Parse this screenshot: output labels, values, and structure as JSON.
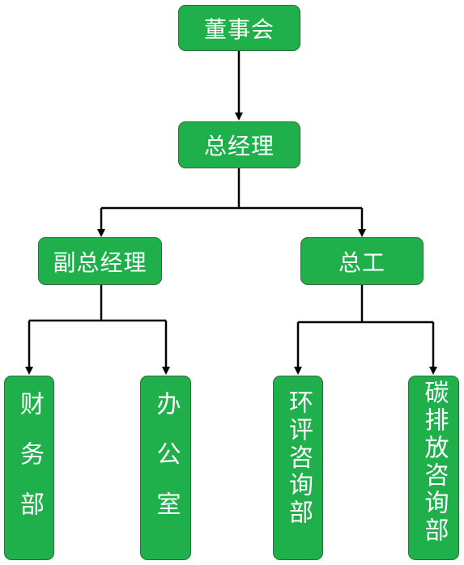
{
  "nodes": {
    "board": "董事会",
    "gm": "总经理",
    "deputy_gm": "副总经理",
    "chief_engineer": "总工",
    "finance": "财务部",
    "office": "办公室",
    "eia": "环评咨询部",
    "carbon": "碳排放咨询部"
  },
  "colors": {
    "box_fill": "#1fb04b",
    "box_border": "#2e6e3a",
    "text": "#ffffff",
    "connector": "#000000"
  }
}
